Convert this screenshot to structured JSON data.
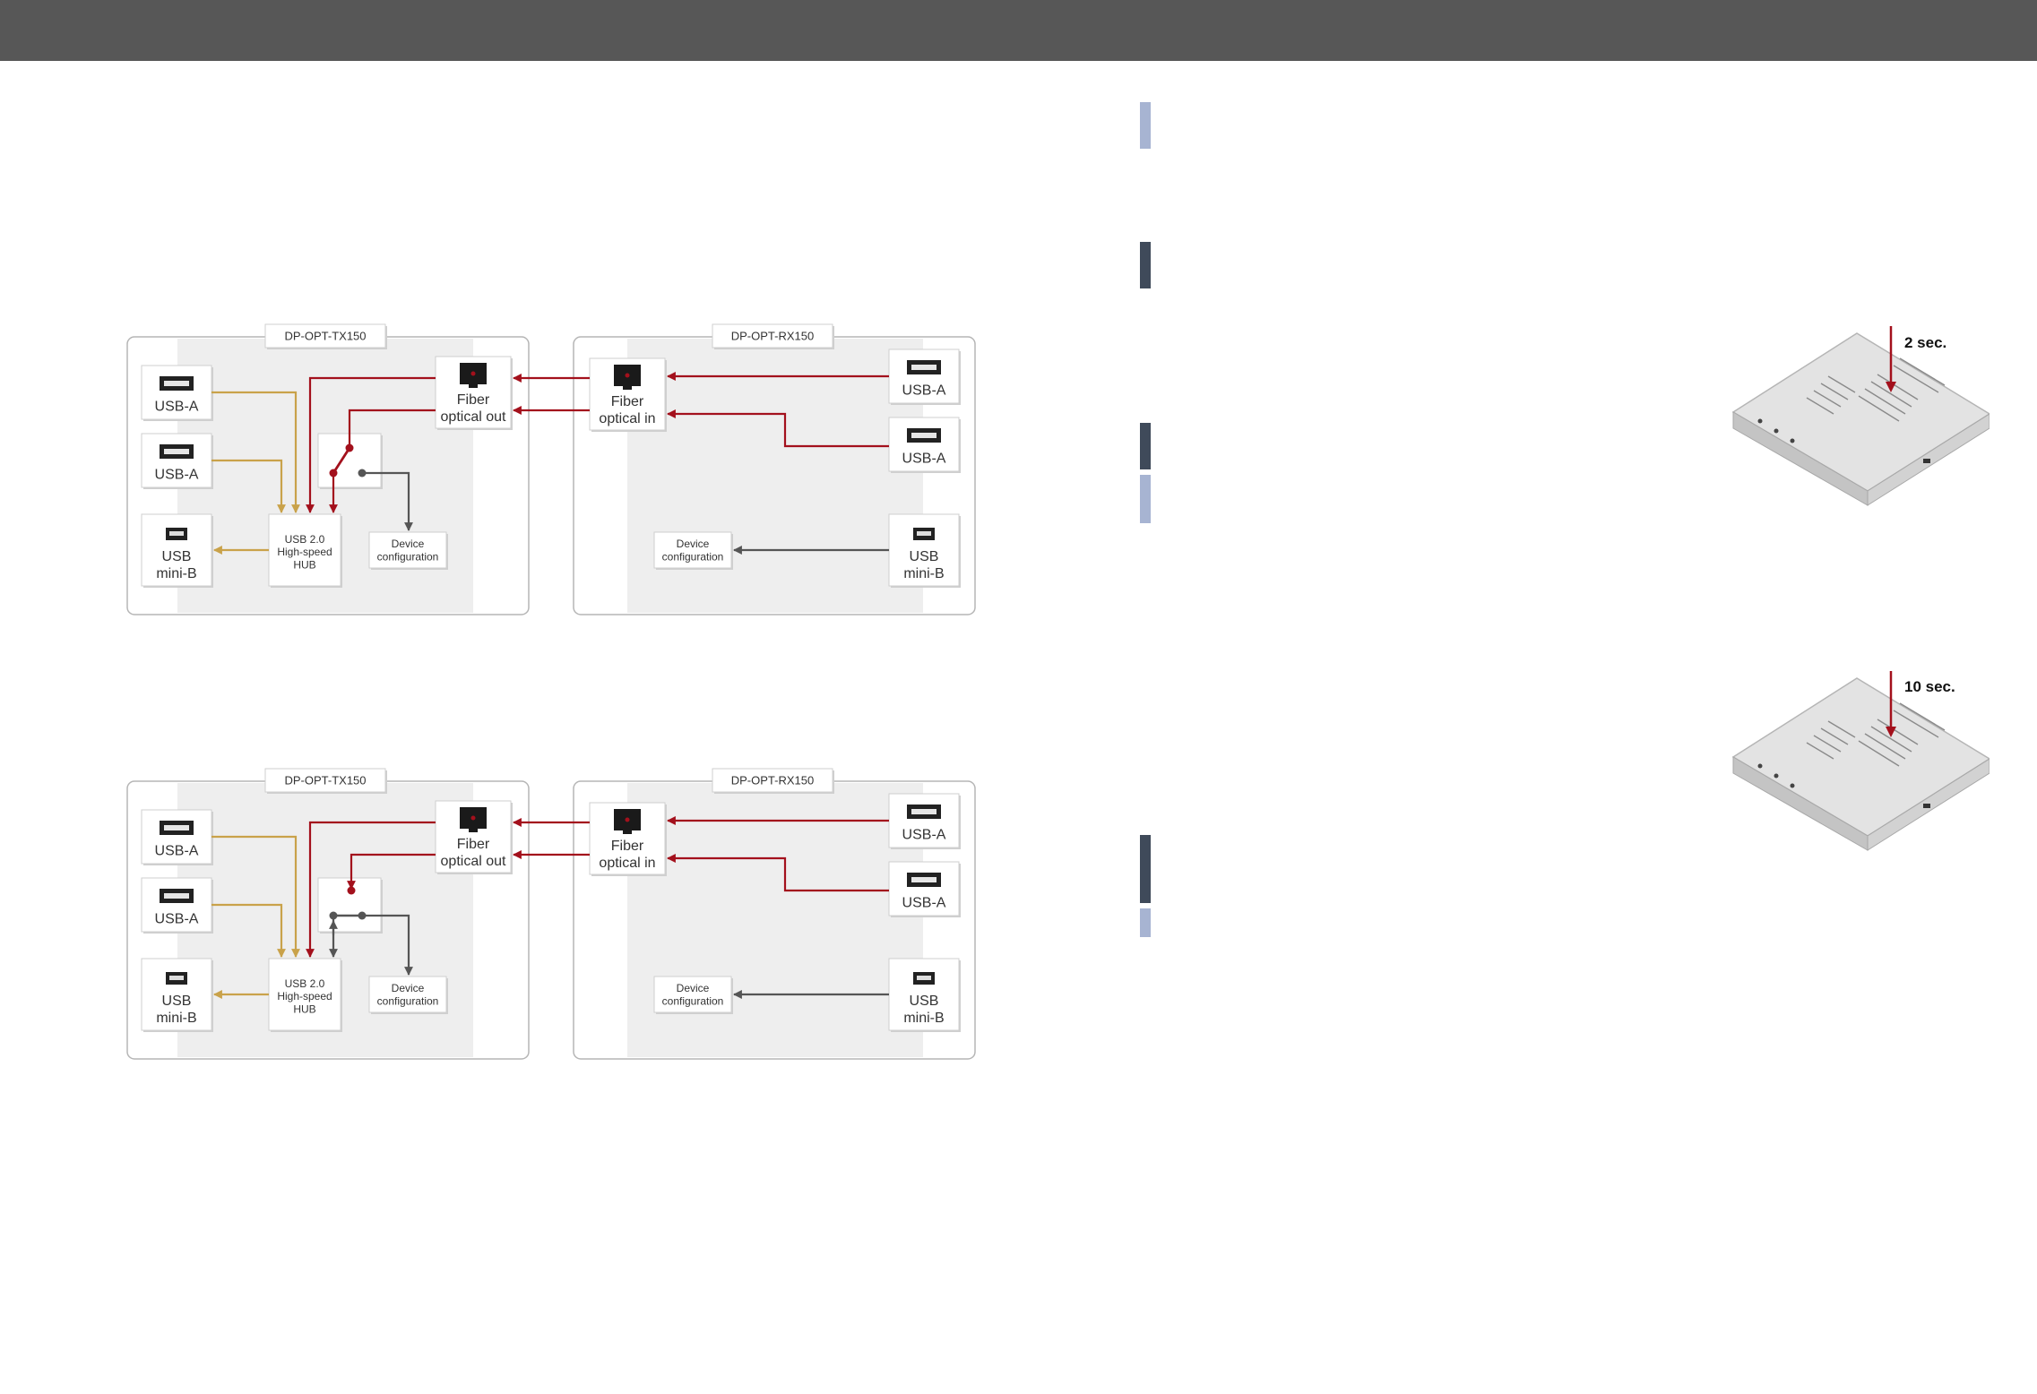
{
  "colors": {
    "topbar": "#575757",
    "accent_dark": "#3f4a5a",
    "accent_light": "#a7b4d2",
    "usb_line": "#c9a24a",
    "fiber_line": "#a3101c",
    "config_line": "#555555"
  },
  "diagrams": [
    {
      "id": "diagram-top",
      "tx": {
        "title": "DP-OPT-TX150",
        "ports": [
          "USB-A",
          "USB-A",
          "USB\nmini-B"
        ],
        "hub": "USB 2.0\nHigh-speed\nHUB",
        "config": "Device\nconfiguration",
        "fiber": "Fiber\noptical out"
      },
      "rx": {
        "title": "DP-OPT-RX150",
        "ports": [
          "USB-A",
          "USB-A",
          "USB\nmini-B"
        ],
        "config": "Device\nconfiguration",
        "fiber": "Fiber\noptical in"
      }
    },
    {
      "id": "diagram-bottom",
      "tx": {
        "title": "DP-OPT-TX150",
        "ports": [
          "USB-A",
          "USB-A",
          "USB\nmini-B"
        ],
        "hub": "USB 2.0\nHigh-speed\nHUB",
        "config": "Device\nconfiguration",
        "fiber": "Fiber\noptical out"
      },
      "rx": {
        "title": "DP-OPT-RX150",
        "ports": [
          "USB-A",
          "USB-A",
          "USB\nmini-B"
        ],
        "config": "Device\nconfiguration",
        "fiber": "Fiber\noptical in"
      }
    }
  ],
  "device_images": [
    {
      "caption": "2 sec."
    },
    {
      "caption": "10 sec."
    }
  ]
}
